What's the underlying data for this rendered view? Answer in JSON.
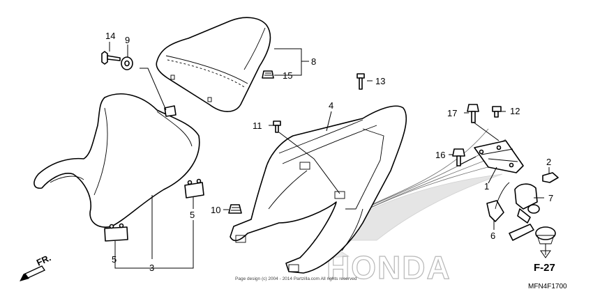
{
  "callouts": {
    "c1": "1",
    "c2": "2",
    "c3": "3",
    "c4": "4",
    "c5a": "5",
    "c5b": "5",
    "c6": "6",
    "c7": "7",
    "c8": "8",
    "c9": "9",
    "c10": "10",
    "c11": "11",
    "c12": "12",
    "c13": "13",
    "c14": "14",
    "c15": "15",
    "c16": "16",
    "c17": "17"
  },
  "reference": "F-27",
  "direction_label": "FR.",
  "diagram_code": "MFN4F1700",
  "copyright": "Page design (c) 2004 - 2014 Partzilla.com All rights reserved",
  "watermark": "HONDA",
  "colors": {
    "line": "#000000",
    "watermark": "#b7b7b7",
    "background": "#ffffff"
  }
}
